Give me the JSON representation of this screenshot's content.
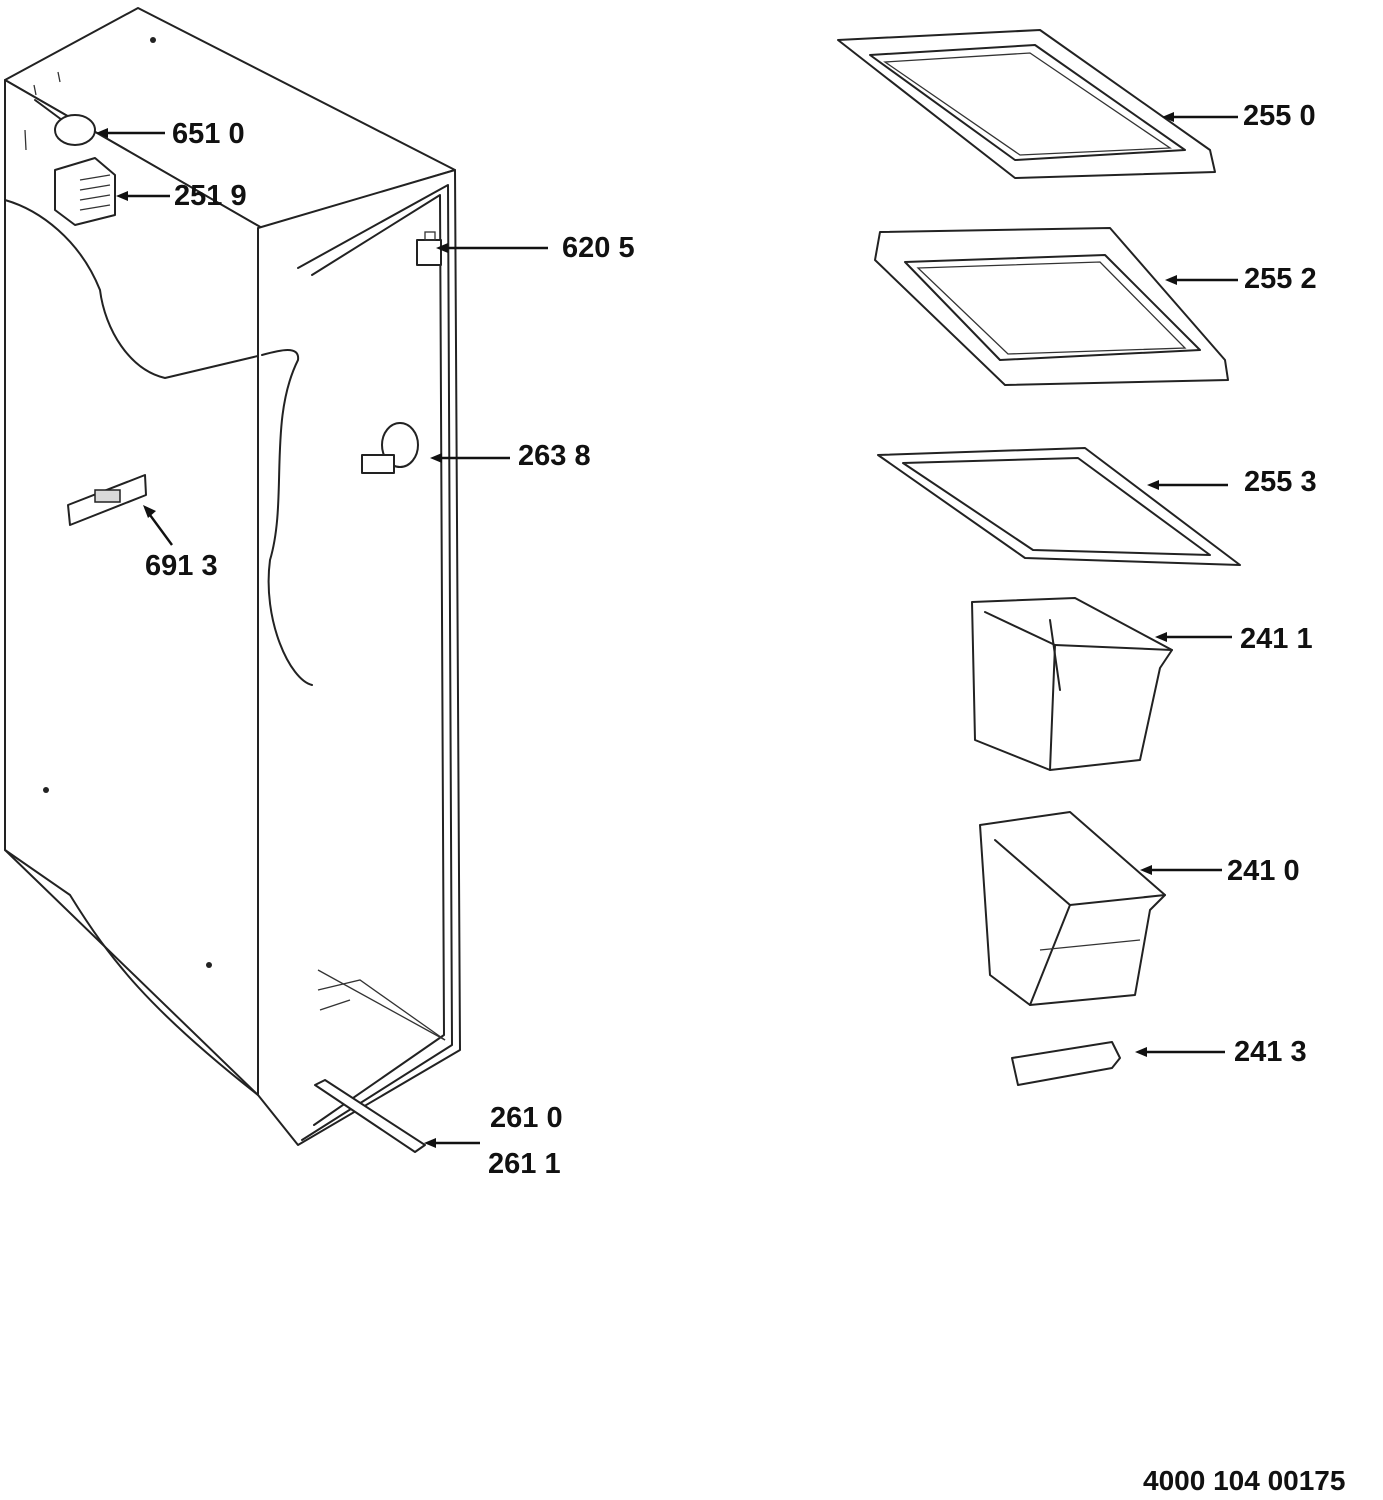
{
  "callouts": [
    {
      "id": "6510",
      "label": "651 0"
    },
    {
      "id": "2519",
      "label": "251 9"
    },
    {
      "id": "6205",
      "label": "620 5"
    },
    {
      "id": "2638",
      "label": "263 8"
    },
    {
      "id": "6913",
      "label": "691 3"
    },
    {
      "id": "2610",
      "label": "261 0"
    },
    {
      "id": "2611",
      "label": "261 1"
    },
    {
      "id": "2550",
      "label": "255 0"
    },
    {
      "id": "2552",
      "label": "255 2"
    },
    {
      "id": "2553",
      "label": "255 3"
    },
    {
      "id": "2411",
      "label": "241 1"
    },
    {
      "id": "2410",
      "label": "241 0"
    },
    {
      "id": "2413",
      "label": "241 3"
    }
  ],
  "document_number": "4000 104 00175"
}
